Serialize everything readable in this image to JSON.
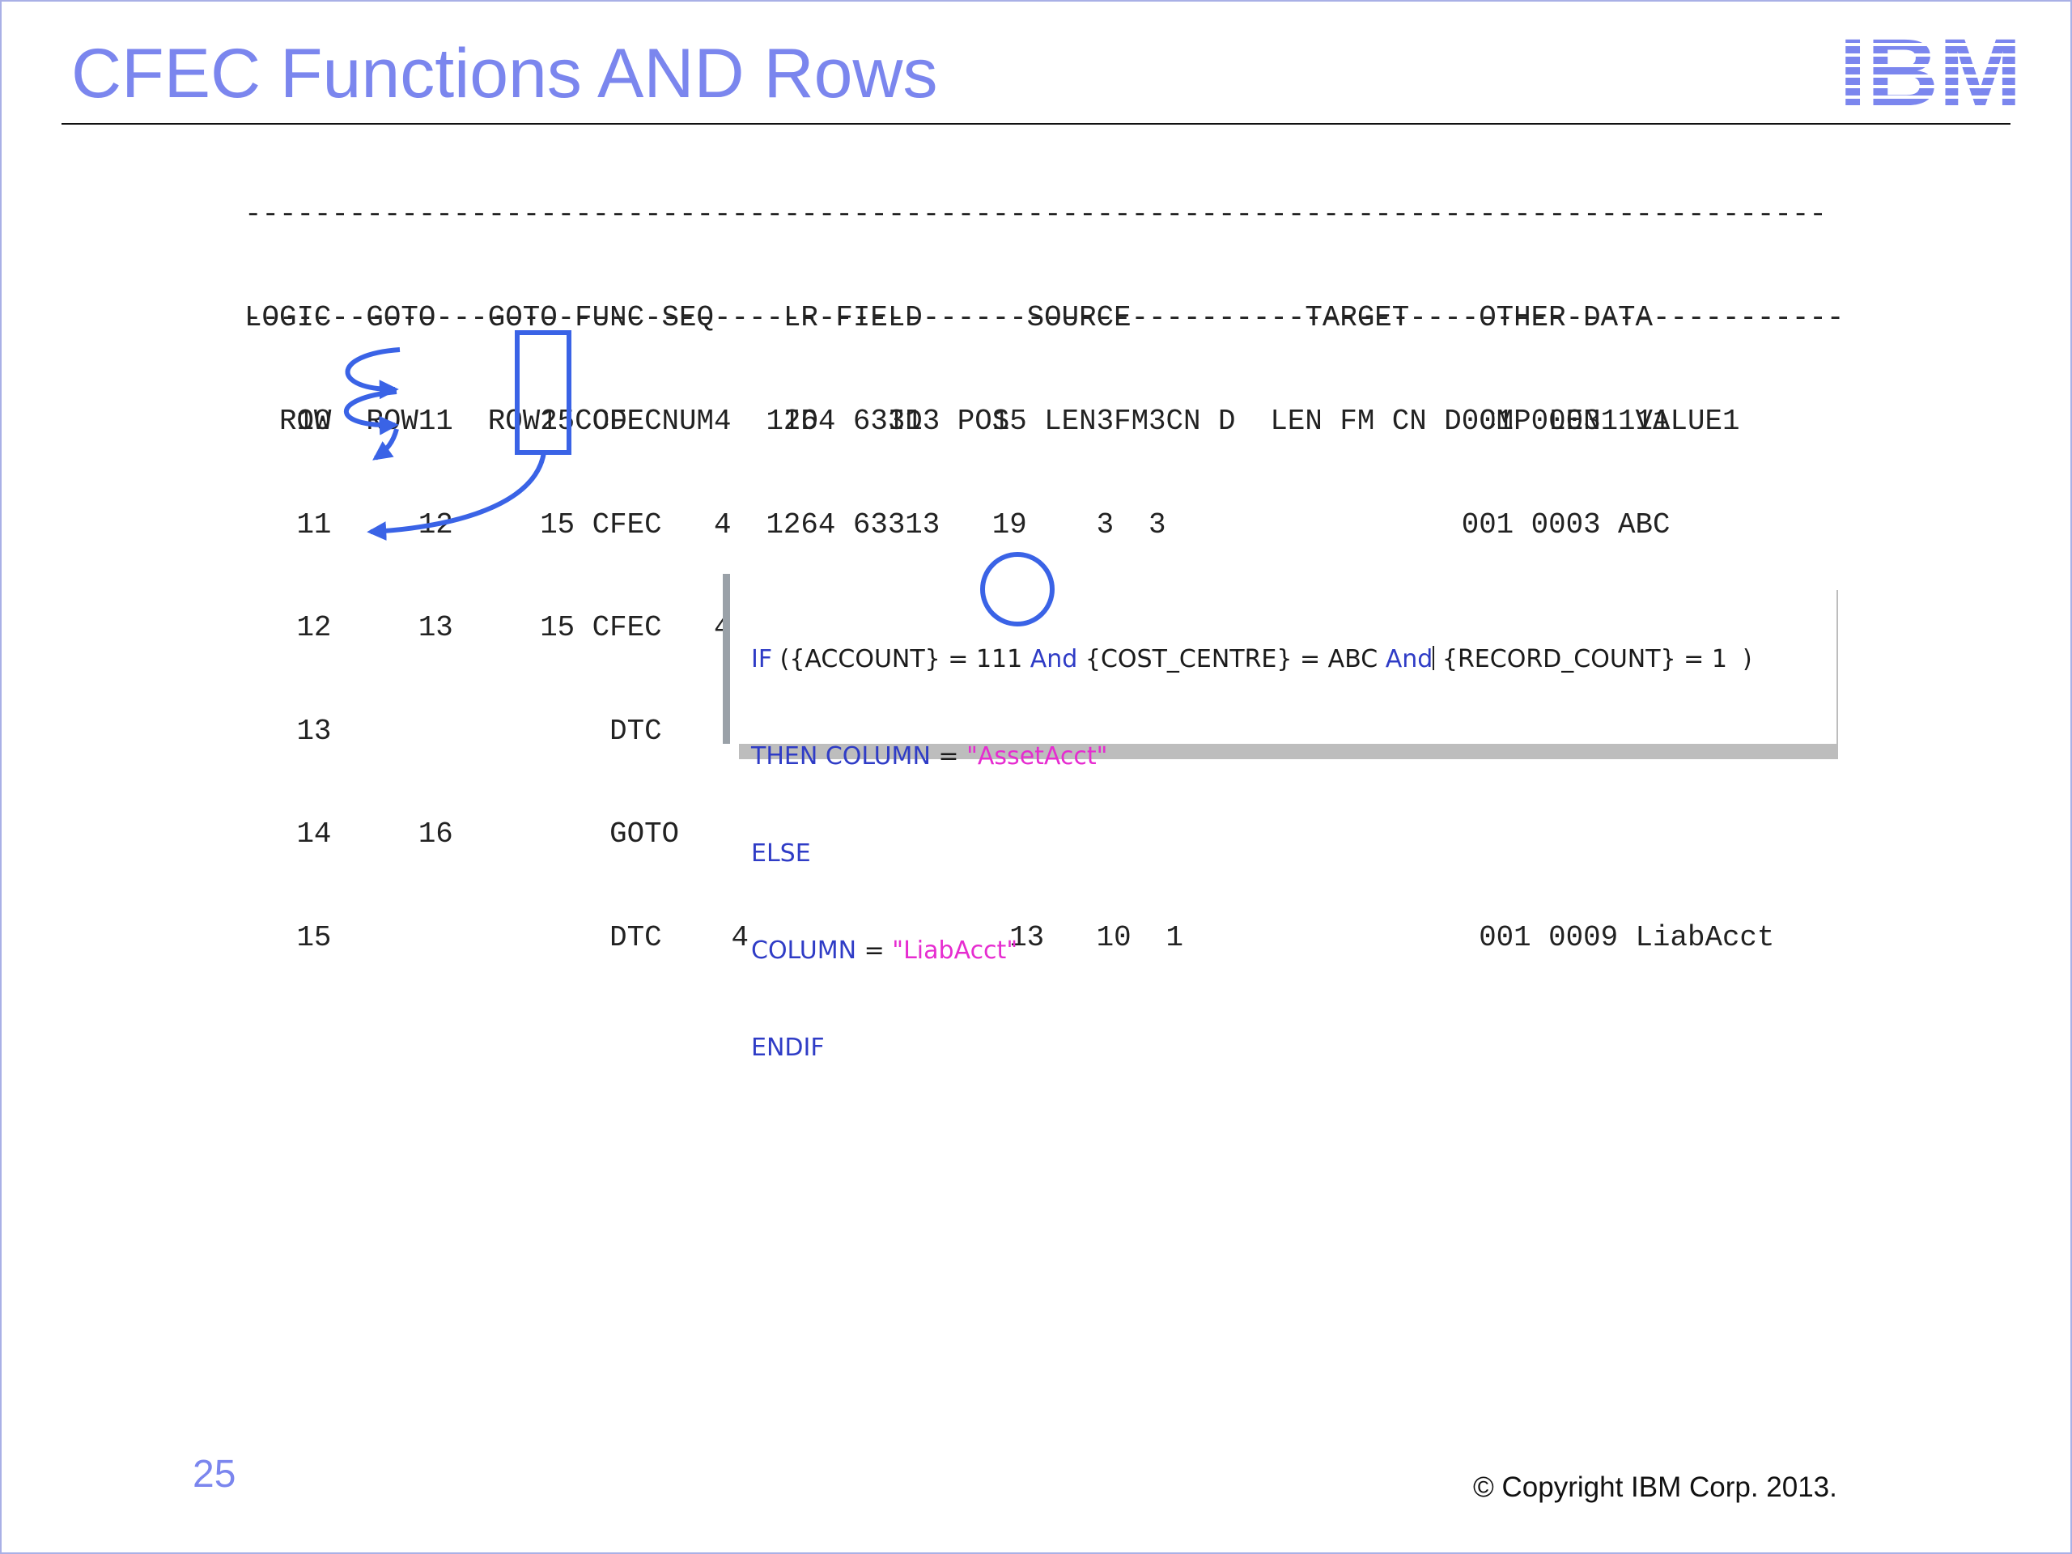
{
  "title": "CFEC Functions AND Rows",
  "logo": {
    "text": "IBM",
    "color": "#7b86ee",
    "icon": "ibm-logo-icon"
  },
  "table": {
    "dash_line_1": "-------------------------------------------------------------------------------------------",
    "header_line_1": "LOGIC  GOTO   GOTO FUNC SEQ    LR FIELD      SOURCE          TARGET    OTHER DATA",
    "header_line_2": "  ROW  ROW1   ROW2 CODE NUM    ID    ID  POS  LEN FM CN D  LEN FM CN D CMP LEN1 VALUE1",
    "dash_line_2": "--------------------------------------------------------------------------------------------",
    "rows": [
      "   10     11     15 CFEC   4  1264 63313   15    3  3                 001 0003 111",
      "   11     12     15 CFEC   4  1264 63313   19    3  3                 001 0003 ABC",
      "   12     13     15 CFEC   4  1264 63313   22    1  3                 001 0003 1",
      "   13                DTC    4               13   10  1                 001 0009 AssetAcct",
      "   14     16         GOTO",
      "   15                DTC    4               13   10  1                 001 0009 LiabAcct"
    ]
  },
  "code": {
    "l1_if": "IF",
    "l1_a": " ({ACCOUNT} = 111 ",
    "l1_and1": "And",
    "l1_b": " {COST_CENTRE} = ABC ",
    "l1_and2": "And",
    "l1_c": " {RECORD_COUNT} = 1  )",
    "l2_then": "THEN COLUMN",
    "l2_eq": " = ",
    "l2_str": "\"AssetAcct\"",
    "l3_else": "ELSE",
    "l4_col": "COLUMN",
    "l4_eq": " = ",
    "l4_str": "\"LiabAcct\"",
    "l5_endif": "ENDIF"
  },
  "annotation_color": "#3a63e6",
  "page_number": "25",
  "copyright": "© Copyright IBM Corp. 2013."
}
